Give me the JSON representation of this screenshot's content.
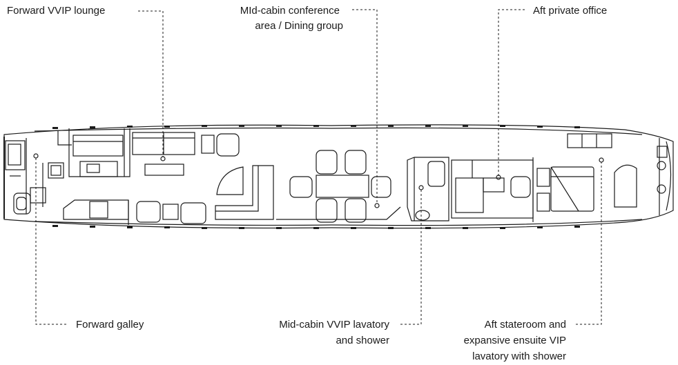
{
  "labels": {
    "forward_vvip_lounge": "Forward VVIP lounge",
    "mid_cabin_conference_1": "MId-cabin conference",
    "mid_cabin_conference_2": "area / Dining group",
    "aft_private_office": "Aft private office",
    "forward_galley": "Forward galley",
    "mid_cabin_lavatory_1": "Mid-cabin VVIP lavatory",
    "mid_cabin_lavatory_2": "and shower",
    "aft_stateroom_1": "Aft stateroom and",
    "aft_stateroom_2": "expansive ensuite VIP",
    "aft_stateroom_3": "lavatory with shower"
  },
  "colors": {
    "line": "#1a1a1a",
    "background": "#ffffff"
  }
}
